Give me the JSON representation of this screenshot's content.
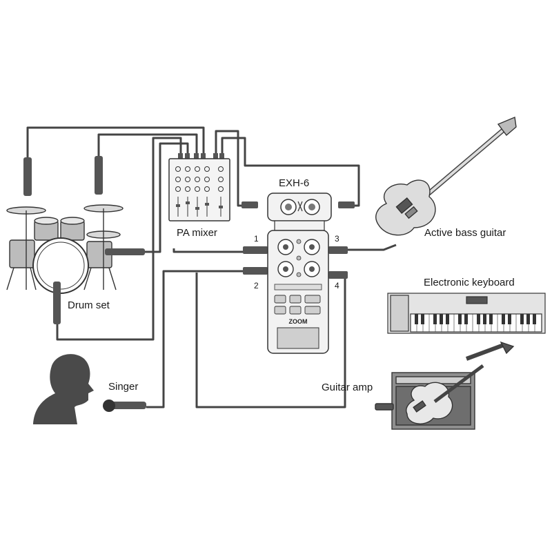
{
  "labels": {
    "exh6": "EXH-6",
    "pa_mixer": "PA mixer",
    "drum_set": "Drum set",
    "active_bass_guitar": "Active bass guitar",
    "electronic_keyboard": "Electronic keyboard",
    "singer": "Singer",
    "guitar_amp": "Guitar amp"
  },
  "inputs": {
    "in1": "1",
    "in2": "2",
    "in3": "3",
    "in4": "4"
  },
  "device_brand": "ZOOM",
  "colors": {
    "line": "#333333",
    "cable": "#444444",
    "fill_light": "#f2f2f2",
    "fill_mid": "#cfcfcf",
    "fill_dark": "#555555",
    "silhouette": "#4a4a4a"
  }
}
